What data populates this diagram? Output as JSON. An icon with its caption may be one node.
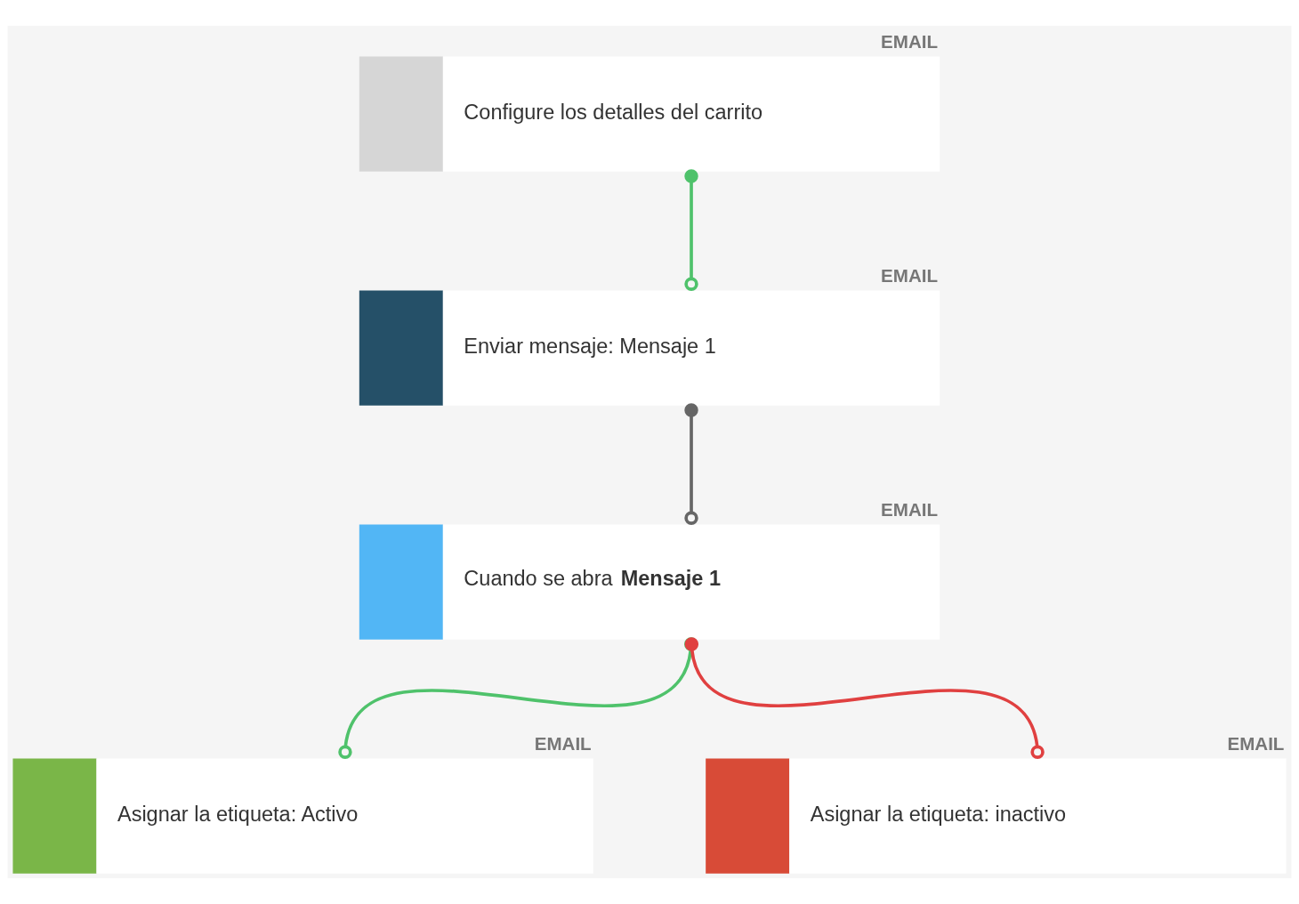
{
  "diagram": {
    "nodes": [
      {
        "text": [
          "Configure los detalles del carrito"
        ],
        "beside": [
          "EMAIL"
        ]
      },
      {
        "text": [
          "Enviar mensaje: Mensaje 1"
        ],
        "beside": [
          "EMAIL"
        ]
      },
      {
        "text": [
          "Cuando se abra **Mensaje 1**"
        ],
        "beside": [
          "EMAIL"
        ]
      },
      {
        "text": [
          "Asignar la etiqueta: Activo"
        ],
        "beside": [
          "EMAIL"
        ]
      },
      {
        "text": [
          "Asignar la etiqueta: inactivo"
        ],
        "beside": [
          "EMAIL"
        ]
      }
    ],
    "edges": [
      {
        "from": 0,
        "to": 1,
        "arrow": "other",
        "color": "#4fc26b"
      },
      {
        "from": 1,
        "to": 2,
        "arrow": "other",
        "color": "#666666"
      },
      {
        "from": 2,
        "to": 3,
        "arrow": "other",
        "color": "#4fc26b"
      },
      {
        "from": 2,
        "to": 4,
        "arrow": "other",
        "color": "#e04040"
      }
    ]
  }
}
